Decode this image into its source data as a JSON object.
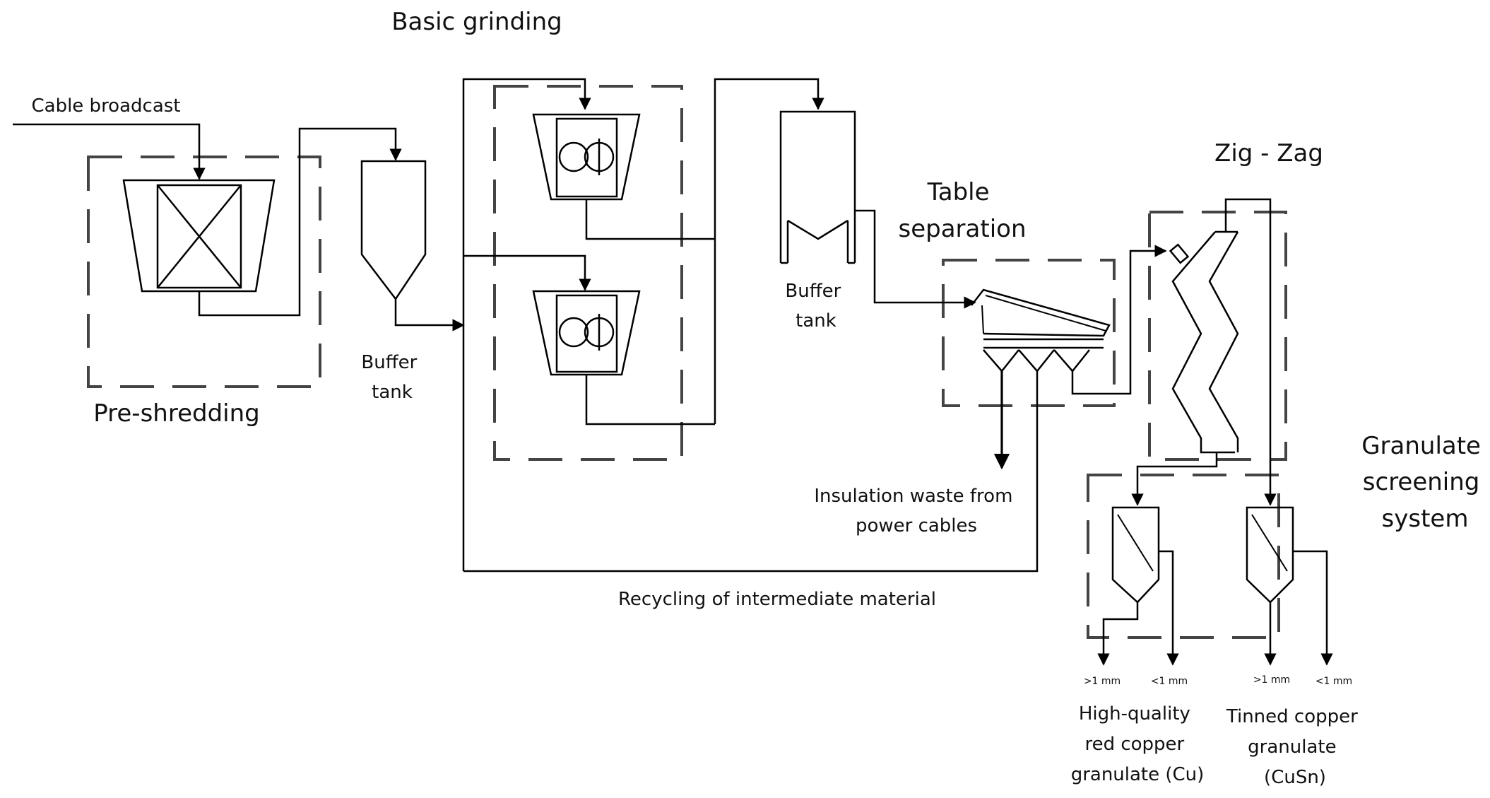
{
  "labels": {
    "cable_broadcast": "Cable broadcast",
    "pre_shredding": "Pre-shredding",
    "buffer_tank_1": [
      "Buffer",
      "tank"
    ],
    "basic_grinding": "Basic grinding",
    "buffer_tank_2": [
      "Buffer",
      "tank"
    ],
    "table_separation": [
      "Table",
      "separation"
    ],
    "zig_zag": "Zig - Zag",
    "granulate_screening": [
      "Granulate",
      "screening",
      "system"
    ],
    "insulation_waste": [
      "Insulation waste from",
      "power cables"
    ],
    "recycling": "Recycling of intermediate material",
    "size_gt_1": ">1 mm",
    "size_lt_1": "<1 mm",
    "size_gt_1_b": ">1 mm",
    "size_lt_1_b": "<1 mm",
    "output_cu": [
      "High-quality",
      "red copper",
      "granulate (Cu)"
    ],
    "output_cusn": [
      "Tinned copper",
      "granulate",
      "(CuSn)"
    ]
  }
}
